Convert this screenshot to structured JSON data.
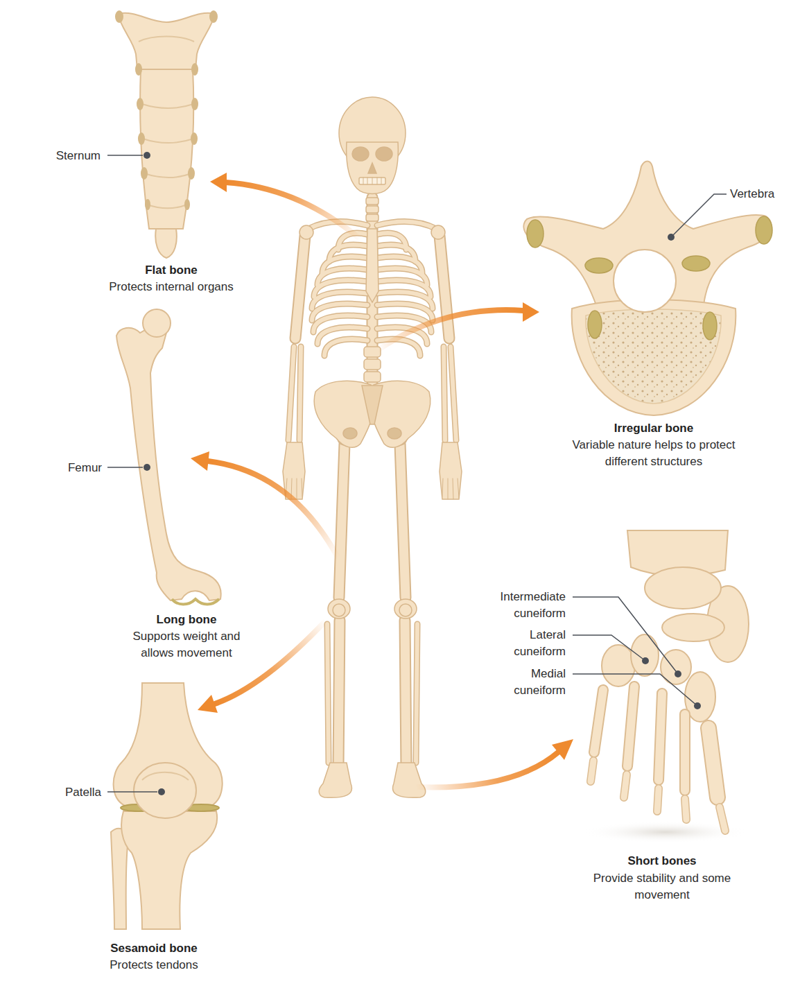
{
  "diagram": {
    "labels": [
      "Sternum",
      "Flat bone",
      "Protects internal organs",
      "Vertebra",
      "Irregular bone",
      "Variable nature helps to protect different structures",
      "Femur",
      "Long bone",
      "Supports weight and allows movement",
      "Intermediate cuneiform",
      "Lateral cuneiform",
      "Medial cuneiform",
      "Patella",
      "Short bones",
      "Provide stability and some movement",
      "Sesamoid bone",
      "Protects tendons"
    ]
  }
}
